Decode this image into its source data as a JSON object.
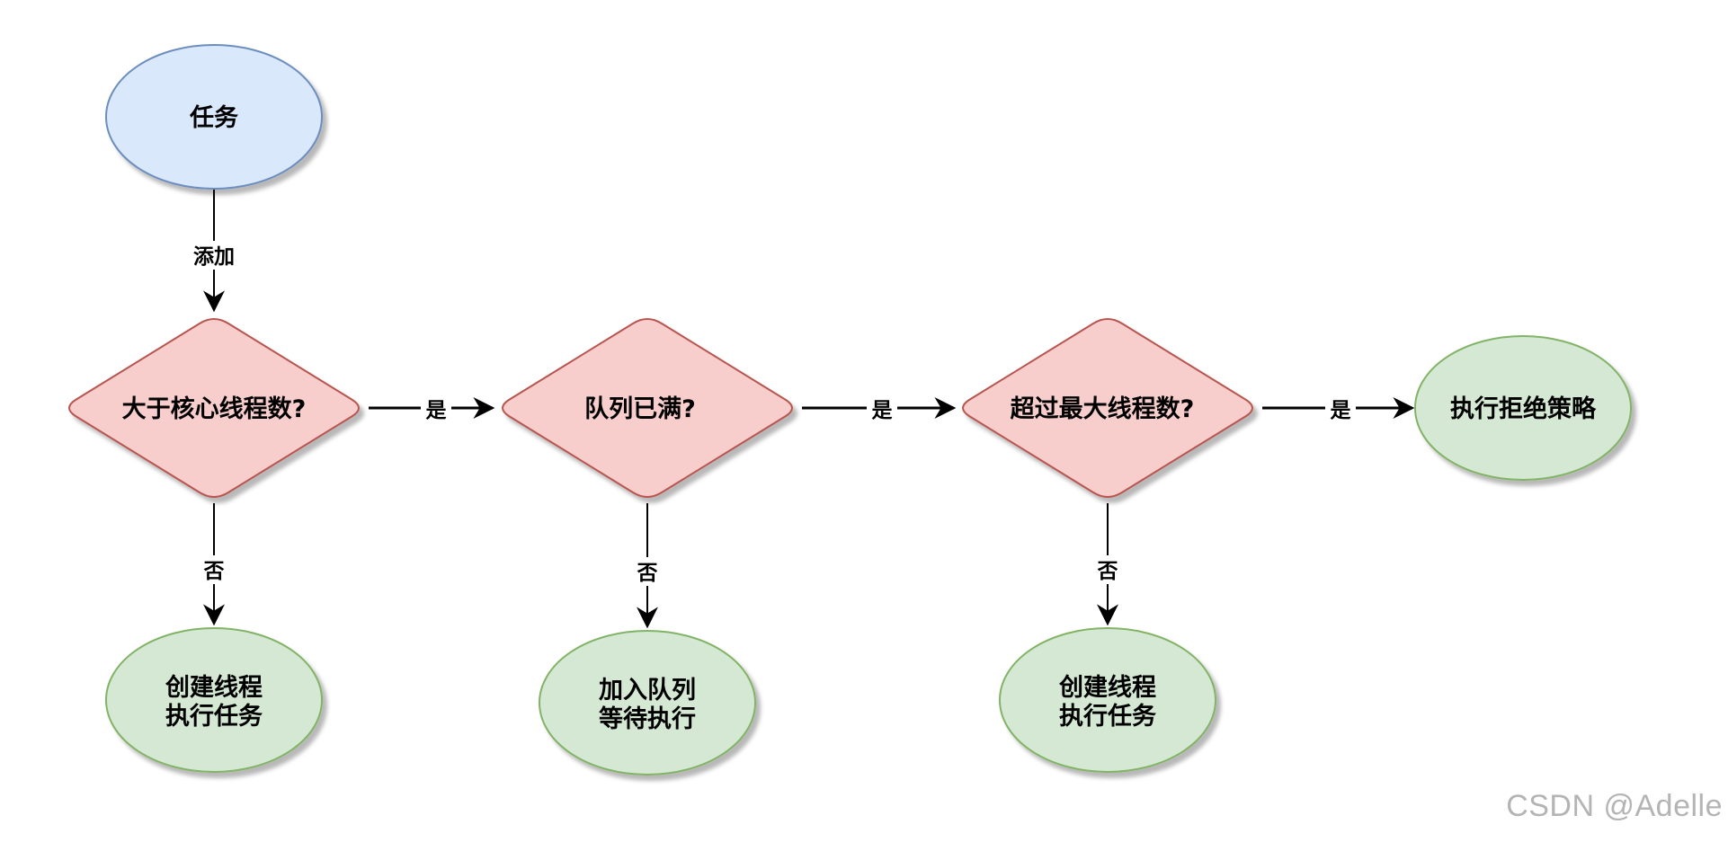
{
  "nodes": {
    "task": {
      "label": "任务",
      "shape": "ellipse",
      "fill": "#dae8fc",
      "stroke": "#6c8ebf"
    },
    "decision_core": {
      "label": "大于核心线程数?",
      "shape": "diamond",
      "fill": "#f8cecc",
      "stroke": "#b85450"
    },
    "decision_queue": {
      "label": "队列已满?",
      "shape": "diamond",
      "fill": "#f8cecc",
      "stroke": "#b85450"
    },
    "decision_max": {
      "label": "超过最大线程数?",
      "shape": "diamond",
      "fill": "#f8cecc",
      "stroke": "#b85450"
    },
    "reject": {
      "label": "执行拒绝策略",
      "shape": "ellipse",
      "fill": "#d5e8d4",
      "stroke": "#82b366"
    },
    "create_core": {
      "lines": [
        "创建线程",
        "执行任务"
      ],
      "shape": "ellipse",
      "fill": "#d5e8d4",
      "stroke": "#82b366"
    },
    "enqueue": {
      "lines": [
        "加入队列",
        "等待执行"
      ],
      "shape": "ellipse",
      "fill": "#d5e8d4",
      "stroke": "#82b366"
    },
    "create_max": {
      "lines": [
        "创建线程",
        "执行任务"
      ],
      "shape": "ellipse",
      "fill": "#d5e8d4",
      "stroke": "#82b366"
    }
  },
  "edges": {
    "task_to_core": {
      "label": "添加"
    },
    "core_to_queue": {
      "label": "是"
    },
    "queue_to_max": {
      "label": "是"
    },
    "max_to_reject": {
      "label": "是"
    },
    "core_to_create": {
      "label": "否"
    },
    "queue_to_enqueue": {
      "label": "否"
    },
    "max_to_create": {
      "label": "否"
    }
  },
  "watermark": "CSDN @Adelle"
}
